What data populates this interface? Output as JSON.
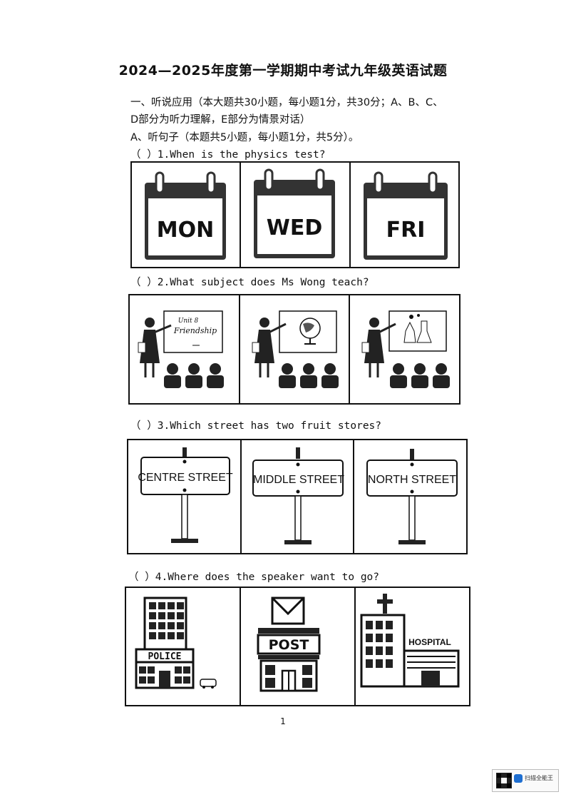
{
  "title": "2024—2025年度第一学期期中考试九年级英语试题",
  "section_heading_1": "一、听说应用（本大题共30小题，每小题1分，共30分；A、B、C、",
  "section_heading_2": "D部分为听力理解，E部分为情景对话）",
  "part_a": "A、听句子（本题共5小题，每小题1分，共5分）。",
  "questions": [
    {
      "paren": "（    ）",
      "text": "1.When is the physics test?",
      "options": [
        "MON",
        "WED",
        "FRI"
      ]
    },
    {
      "paren": "（    ）",
      "text": "2.What subject does Ms Wong teach?",
      "options": [
        "Unit 8",
        "Friendship"
      ]
    },
    {
      "paren": "（    ）",
      "text": "3.Which street has two fruit stores?",
      "options": [
        "CENTRE STREET",
        "MIDDLE STREET",
        "NORTH STREET"
      ]
    },
    {
      "paren": "（    ）",
      "text": "4.Where does the speaker want to go?",
      "options": [
        "POLICE",
        "POST",
        "HOSPITAL"
      ]
    }
  ],
  "page_number": "1",
  "scanner_label": "扫描全能王"
}
